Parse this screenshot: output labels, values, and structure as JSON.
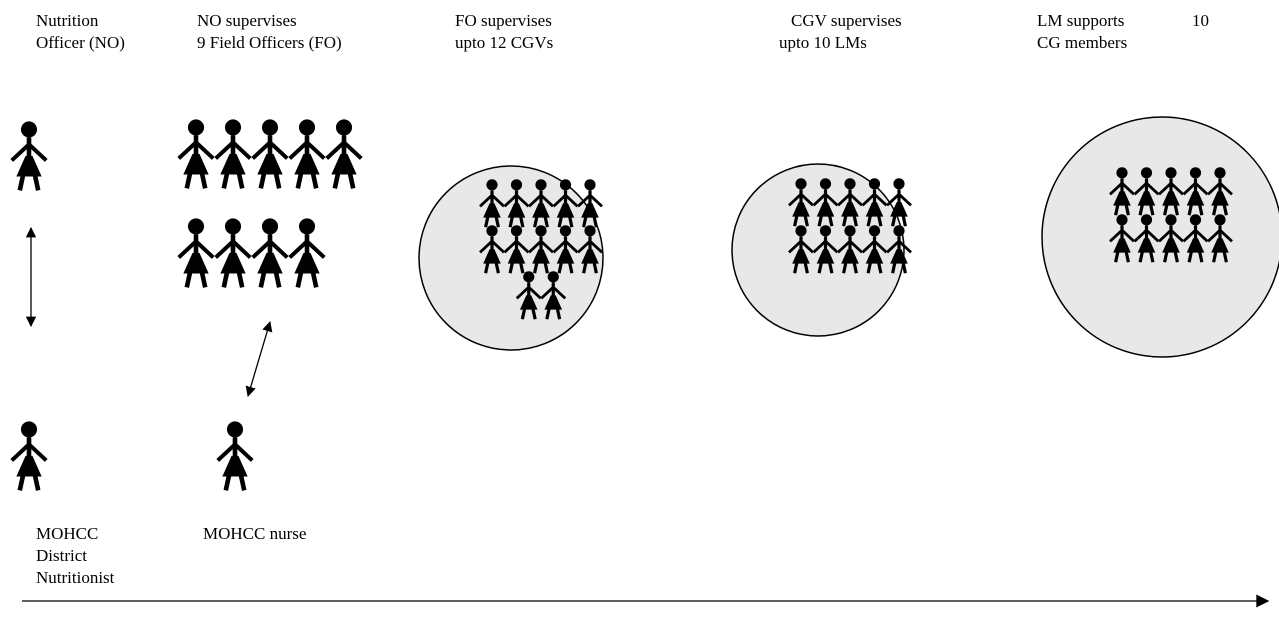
{
  "labels": {
    "nutrition_officer": [
      "Nutrition",
      "Officer (NO)"
    ],
    "no_supervises": [
      "NO supervises",
      "9 Field Officers (FO)"
    ],
    "fo_supervises": [
      "FO supervises",
      "upto 12 CGVs"
    ],
    "cgv_supervises": [
      "CGV supervises",
      "upto 10 LMs"
    ],
    "lm_supports": [
      "LM supports",
      "CG members"
    ],
    "lm_supports_count": "10",
    "district_nutritionist": [
      "MOHCC",
      "District",
      "Nutritionist"
    ],
    "nurse": "MOHCC nurse"
  },
  "counts": {
    "nutrition_officer": 1,
    "field_officers": 9,
    "cgvs": 12,
    "lead_mothers": 10,
    "cg_members": 10,
    "district_nutritionist": 1,
    "nurse": 1
  },
  "colors": {
    "figure": "#000000",
    "circle_fill": "#e8e8e8",
    "circle_stroke": "#000000",
    "arrow": "#000000"
  },
  "icons": {
    "person": "person-icon",
    "group": "group-circle"
  }
}
